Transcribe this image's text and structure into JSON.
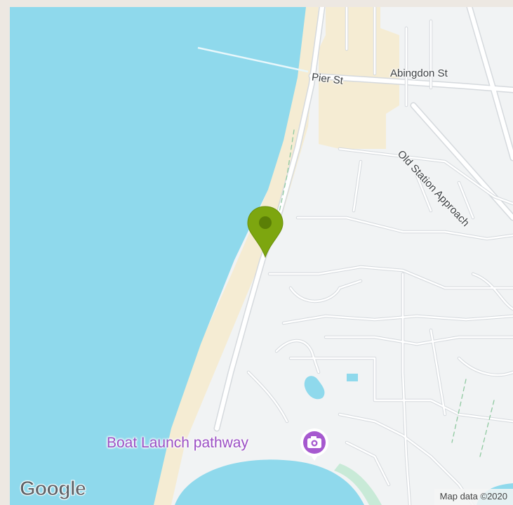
{
  "map": {
    "colors": {
      "water": "#8fd9ec",
      "land": "#f1f3f4",
      "sand": "#f5ecd3",
      "roads": "#ffffff",
      "road_outline": "#d5d9dd",
      "pin": "#7da60f",
      "poi": "#9b4fc4"
    },
    "streets": {
      "pier": "Pier St",
      "abingdon": "Abingdon St",
      "old_station": "Old Station Approach"
    },
    "poi": {
      "label": "Boat Launch pathway",
      "icon": "camera-icon"
    },
    "pin": {
      "icon": "map-pin-icon"
    },
    "logo": "Google",
    "attribution": "Map data ©2020"
  }
}
